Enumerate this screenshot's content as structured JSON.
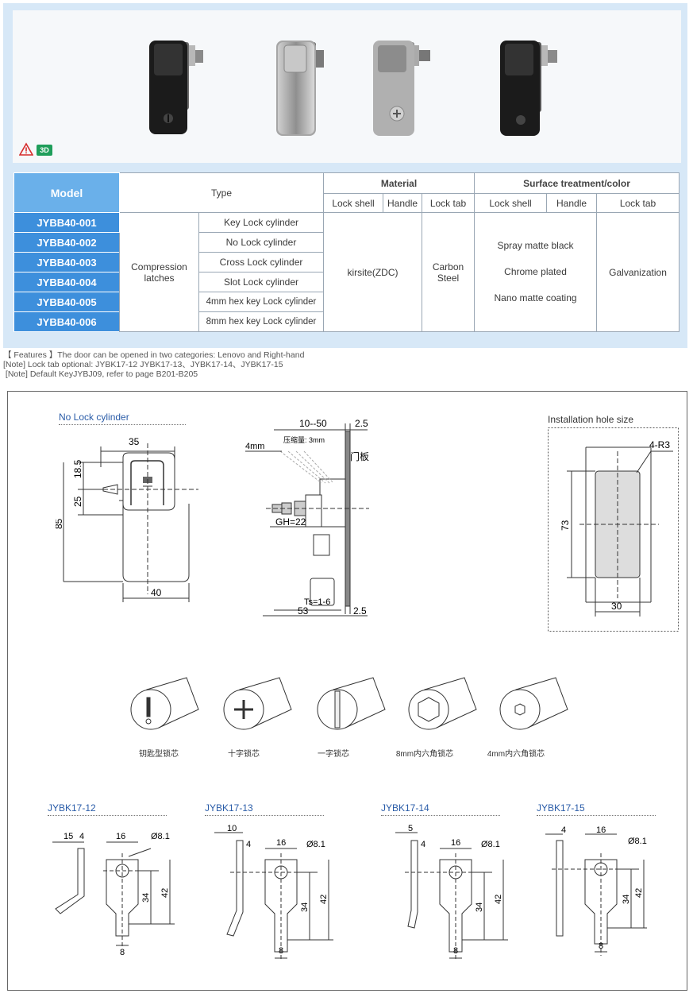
{
  "product_panel": {
    "badge_3d": "3D",
    "warning_icon": "warning-triangle-icon"
  },
  "table": {
    "headers": {
      "model": "Model",
      "type": "Type",
      "material": "Material",
      "surface": "Surface treatment/color",
      "lock_shell": "Lock shell",
      "handle": "Handle",
      "lock_tab": "Lock tab"
    },
    "rows": [
      {
        "model": "JYBB40-001",
        "variant": "Key Lock cylinder"
      },
      {
        "model": "JYBB40-002",
        "variant": "No Lock cylinder"
      },
      {
        "model": "JYBB40-003",
        "variant": "Cross Lock cylinder"
      },
      {
        "model": "JYBB40-004",
        "variant": "Slot Lock cylinder"
      },
      {
        "model": "JYBB40-005",
        "variant": "4mm hex key Lock cylinder"
      },
      {
        "model": "JYBB40-006",
        "variant": "8mm hex key Lock cylinder"
      }
    ],
    "type_group": "Compression latches",
    "material_shell_handle": "kirsite(ZDC)",
    "material_tab": "Carbon Steel",
    "surface_options": [
      "Spray matte black",
      "Chrome plated",
      "Nano matte coating"
    ],
    "surface_tab": "Galvanization"
  },
  "notes": [
    "【 Features 】The door can be opened in two categories: Lenovo and Right-hand",
    "[Note] Lock tab optional: JYBK17-12 JYBK17-13、JYBK17-14、JYBK17-15",
    " [Note] Default KeyJYBJ09, refer to page B201-B205"
  ],
  "drawing": {
    "front_title": "No Lock cylinder",
    "front_dims": {
      "width_top": "35",
      "d1": "18.5",
      "d2": "25",
      "height": "85",
      "width_bottom": "40"
    },
    "side_dims": {
      "range": "10--50",
      "right": "2.5",
      "mm4": "4mm",
      "compress": "压缩量: 3mm",
      "door": "门板",
      "gh": "GH=22",
      "ts": "Ts=1-6",
      "bottom": "53",
      "bottom_right": "2.5"
    },
    "hole_title": "Installation hole size",
    "hole_dims": {
      "radius": "4-R3",
      "height": "73",
      "width": "30"
    },
    "cylinders": [
      "钥匙型锁芯",
      "十字锁芯",
      "一字锁芯",
      "8mm内六角锁芯",
      "4mm内六角锁芯"
    ],
    "tabs": [
      {
        "name": "JYBK17-12",
        "a": "15",
        "b": "4",
        "w": "16",
        "dia": "Ø8.1",
        "h1": "34",
        "h2": "42",
        "base": "8"
      },
      {
        "name": "JYBK17-13",
        "a": "10",
        "b": "4",
        "w": "16",
        "dia": "Ø8.1",
        "h1": "34",
        "h2": "42",
        "base": "8"
      },
      {
        "name": "JYBK17-14",
        "a": "5",
        "b": "4",
        "w": "16",
        "dia": "Ø8.1",
        "h1": "34",
        "h2": "42",
        "base": "8"
      },
      {
        "name": "JYBK17-15",
        "a": "",
        "b": "4",
        "w": "16",
        "dia": "Ø8.1",
        "h1": "34",
        "h2": "42",
        "base": "8"
      }
    ]
  }
}
